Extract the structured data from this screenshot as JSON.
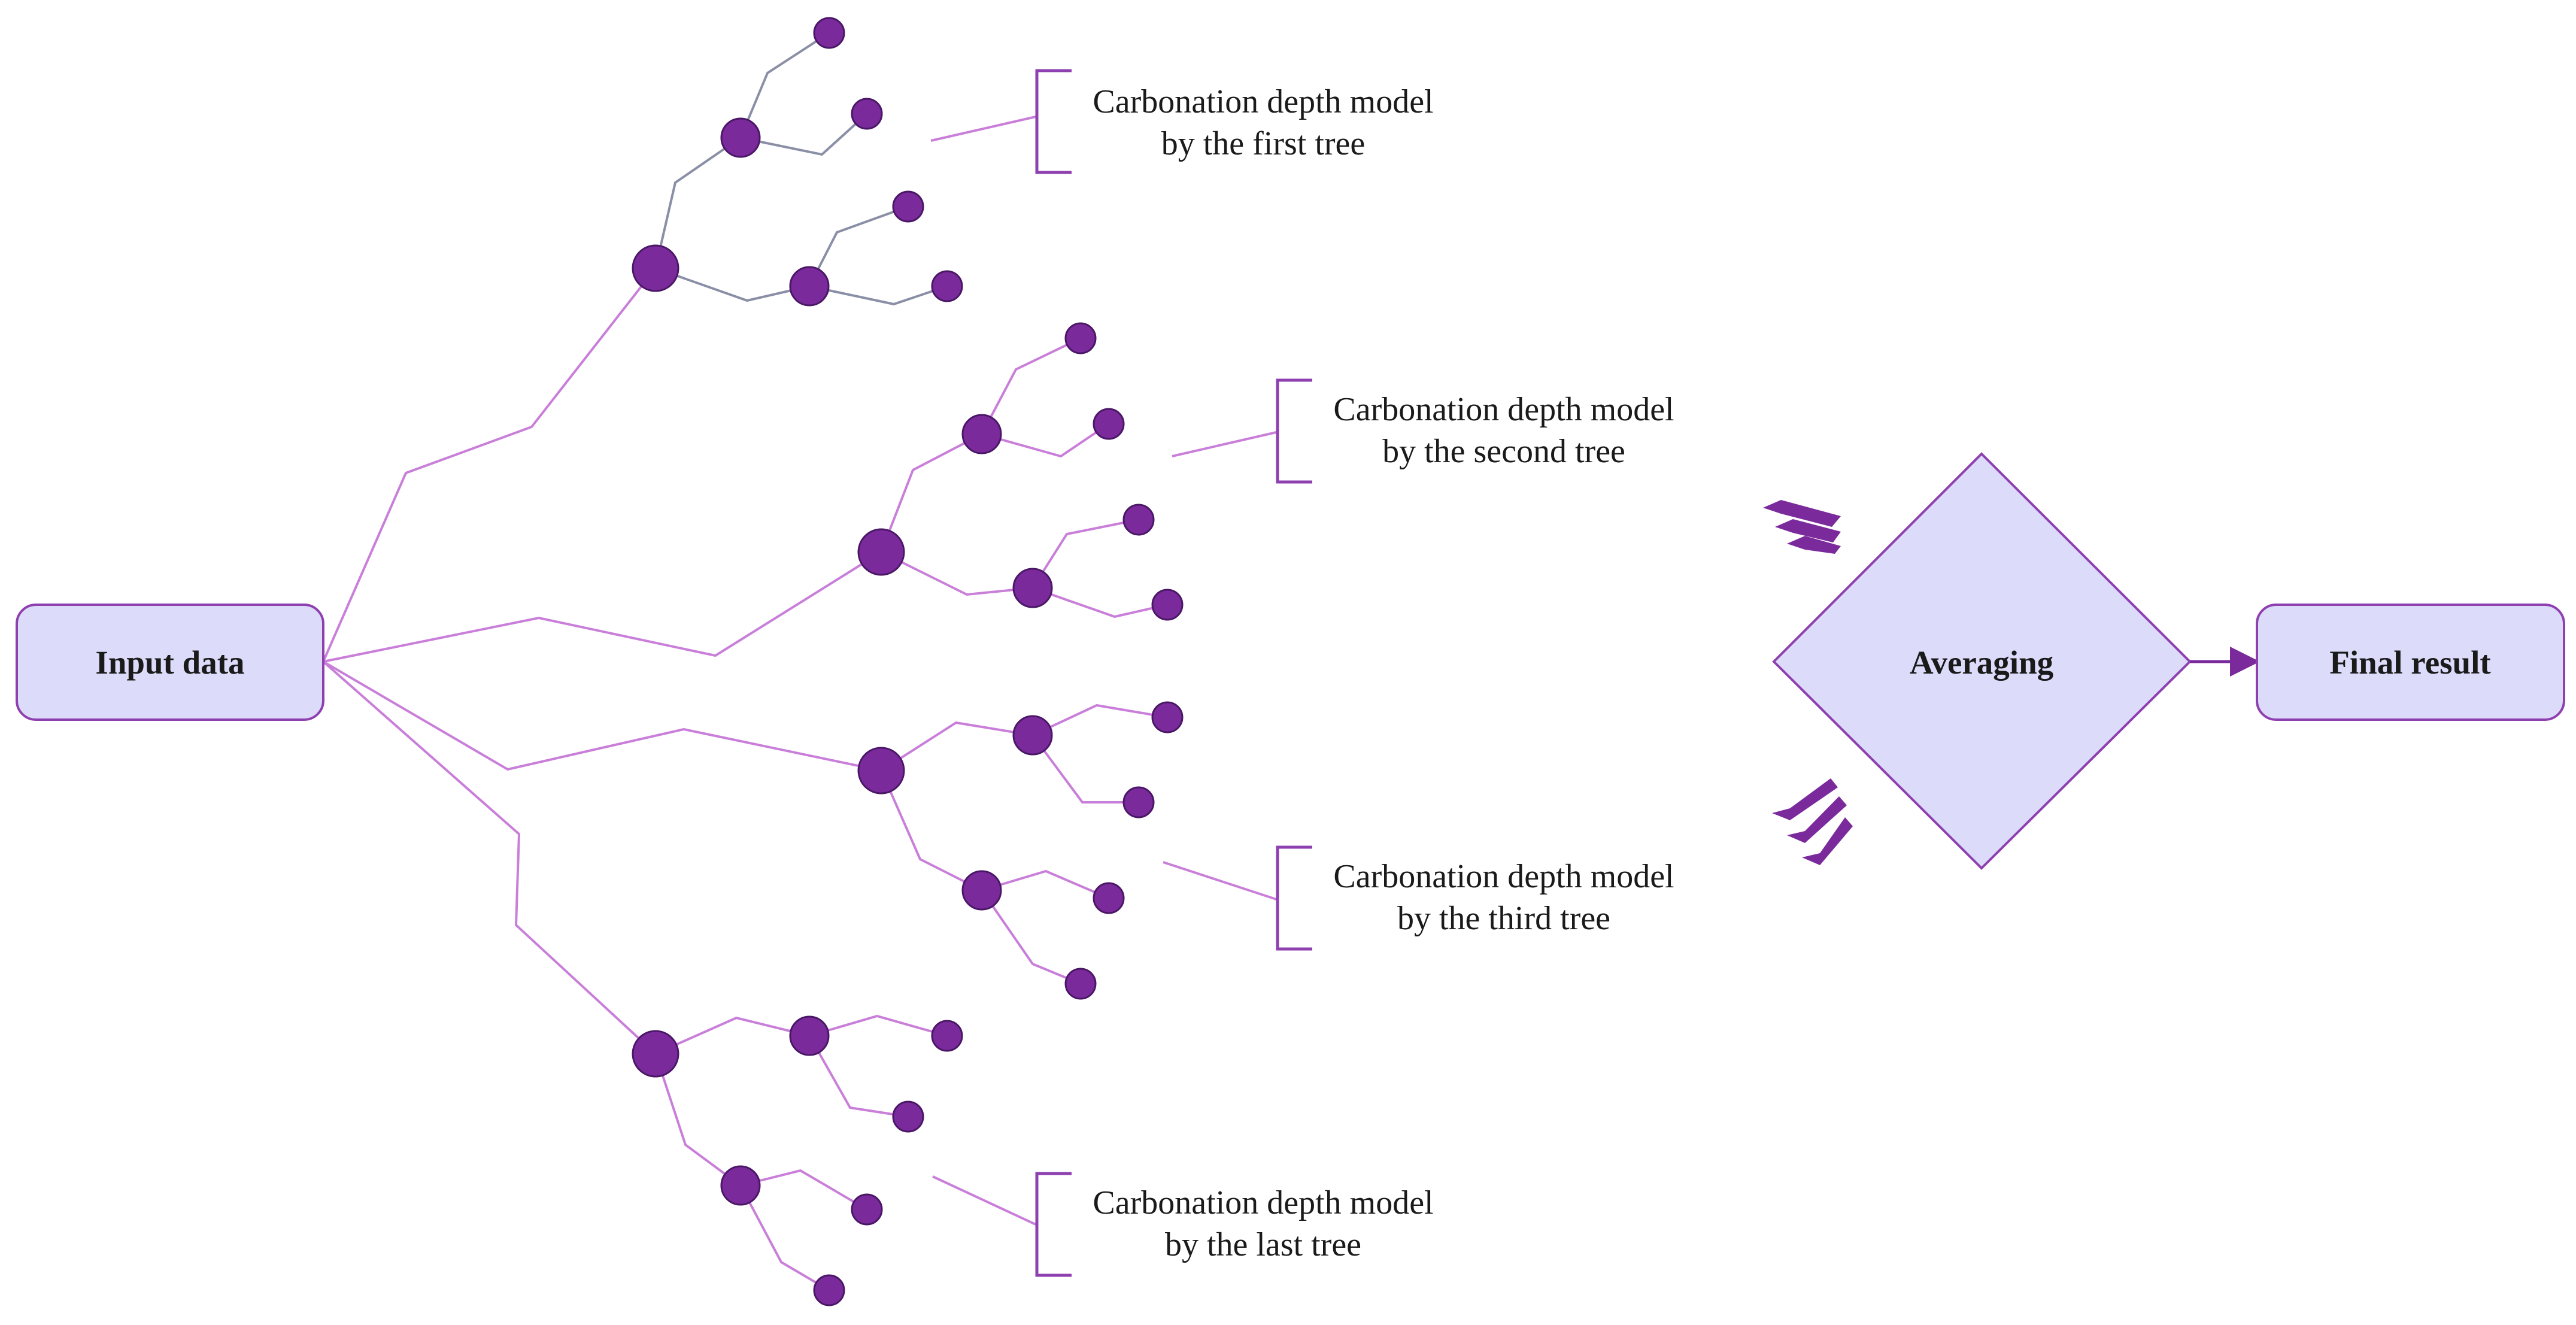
{
  "diagram": {
    "input_label": "Input data",
    "averaging_label": "Averaging",
    "final_label": "Final result",
    "trees": [
      {
        "caption_line1": "Carbonation depth model",
        "caption_line2": "by the first tree"
      },
      {
        "caption_line1": "Carbonation depth model",
        "caption_line2": "by the second tree"
      },
      {
        "caption_line1": "Carbonation depth model",
        "caption_line2": "by the third tree"
      },
      {
        "caption_line1": "Carbonation depth model",
        "caption_line2": "by the last tree"
      }
    ]
  },
  "colors": {
    "node_fill": "#7B2A9C",
    "node_stroke": "#4a1766",
    "edge_purple": "#C97FD9",
    "edge_gray": "#8A8FA6",
    "box_fill": "#DCDCFA",
    "box_stroke": "#8E3FB0",
    "arrow_color": "#7B2A9C",
    "chevron_color": "#7B2A9C"
  }
}
